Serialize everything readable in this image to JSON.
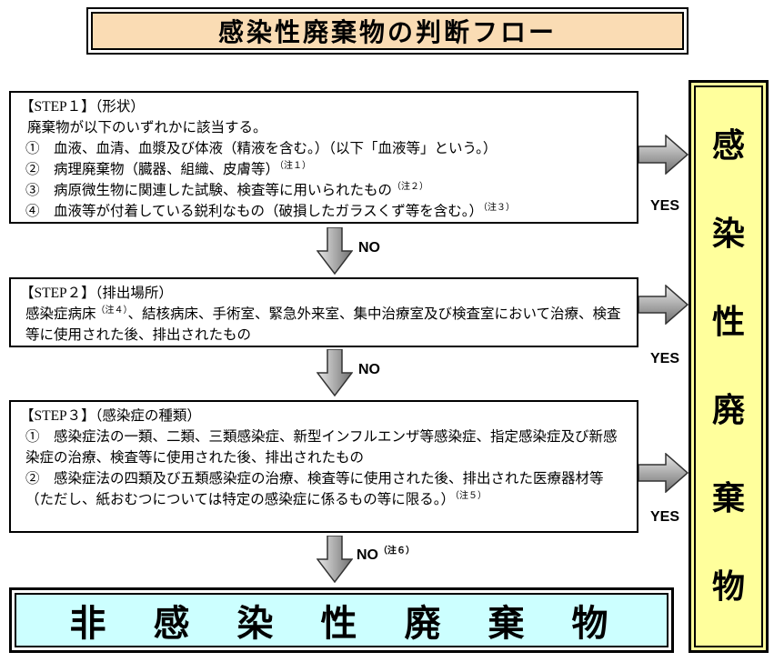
{
  "title": "感染性廃棄物の判断フロー",
  "labels": {
    "yes": "YES",
    "no": "NO",
    "no_note": "（注６）"
  },
  "step1": {
    "heading": "【STEP１】（形状）",
    "intro": "廃棄物が以下のいずれかに該当する。",
    "items": [
      {
        "text": "①　血液、血清、血漿及び体液（精液を含む。）（以下「血液等」という。）",
        "note": ""
      },
      {
        "text": "②　病理廃棄物（臓器、組織、皮膚等）",
        "note": "（注１）"
      },
      {
        "text": "③　病原微生物に関連した試験、検査等に用いられたもの",
        "note": "（注２）"
      },
      {
        "text": "④　血液等が付着している鋭利なもの（破損したガラスくず等を含む。）",
        "note": "（注３）"
      }
    ]
  },
  "step2": {
    "heading": "【STEP２】（排出場所）",
    "body_pre": "感染症病床",
    "body_note": "（注４）",
    "body_post": "、結核病床、手術室、緊急外来室、集中治療室及び検査室において治療、検査等に使用された後、排出されたもの"
  },
  "step3": {
    "heading": "【STEP３】（感染症の種類）",
    "items": [
      {
        "text": "①　感染症法の一類、二類、三類感染症、新型インフルエンザ等感染症、指定感染症及び新感染症の治療、検査等に使用された後、排出されたもの",
        "note": ""
      },
      {
        "text": "②　感染症法の四類及び五類感染症の治療、検査等に使用された後、排出された医療器材等（ただし、紙おむつについては特定の感染症に係るもの等に限る。）",
        "note": "（注５）"
      }
    ]
  },
  "result_infectious": "感染性廃棄物",
  "result_non_infectious": "非　感　染　性　廃　棄　物",
  "colors": {
    "title_bg": "#fadcb4",
    "infectious_bg": "#ffff9c",
    "non_infectious_bg": "#ccffff",
    "arrow_light": "#e8e8e8",
    "arrow_dark": "#6f6f6f"
  }
}
